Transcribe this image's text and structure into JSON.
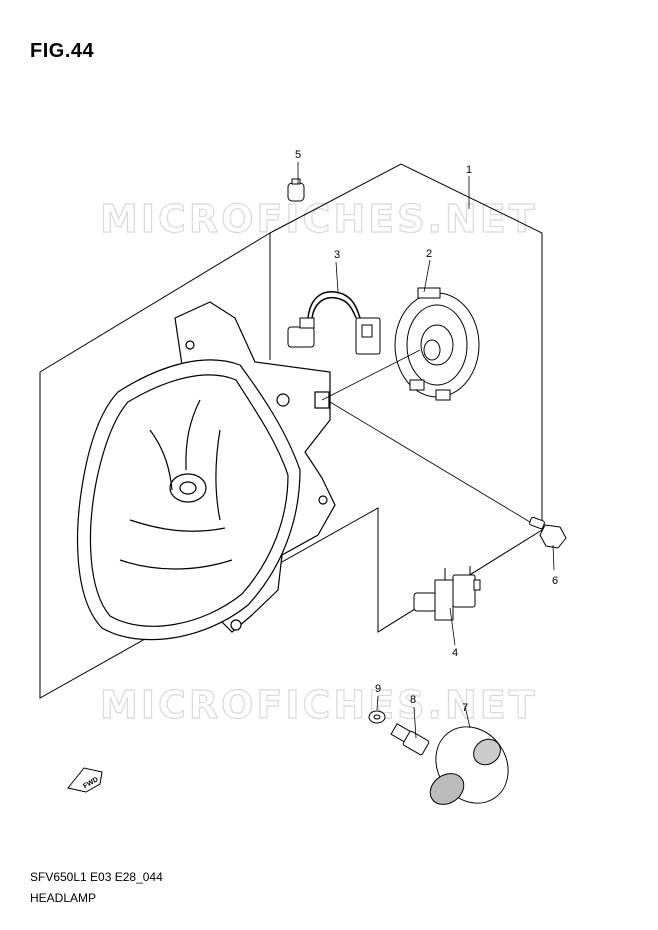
{
  "figure": {
    "title": "FIG.44"
  },
  "watermark": {
    "text": "MICROFICHES.NET"
  },
  "callouts": [
    "1",
    "2",
    "3",
    "4",
    "5",
    "6",
    "7",
    "8",
    "9"
  ],
  "fwd_label": "FWD",
  "footer": {
    "code": "SFV650L1 E03 E28_044",
    "caption": "HEADLAMP"
  }
}
